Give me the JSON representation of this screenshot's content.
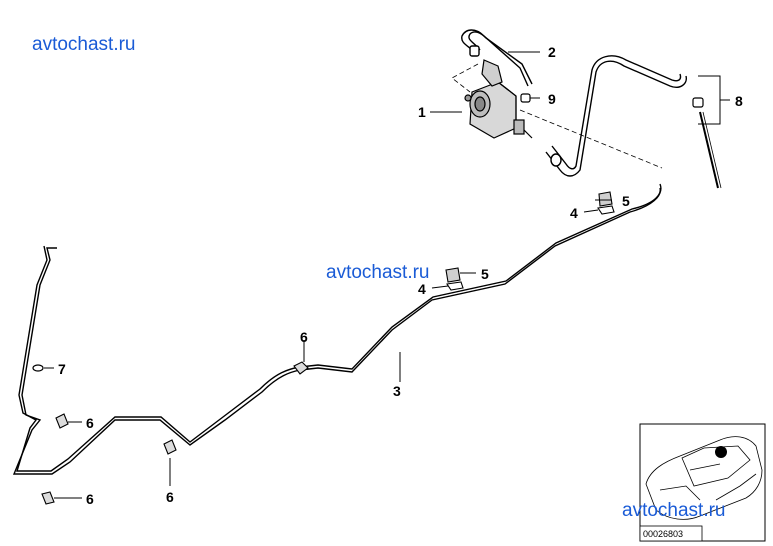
{
  "watermarks": {
    "top_left": "avtochast.ru",
    "center": "avtochast.ru",
    "bottom_right": "avtochast.ru"
  },
  "callouts": {
    "c1": "1",
    "c2": "2",
    "c3": "3",
    "c4a": "4",
    "c4b": "4",
    "c5a": "5",
    "c5b": "5",
    "c6a": "6",
    "c6b": "6",
    "c6c": "6",
    "c6d": "6",
    "c7": "7",
    "c8": "8",
    "c9": "9"
  },
  "inset": {
    "reference_number": "00026803"
  },
  "colors": {
    "watermark": "#1a5bd6",
    "line": "#000000"
  }
}
